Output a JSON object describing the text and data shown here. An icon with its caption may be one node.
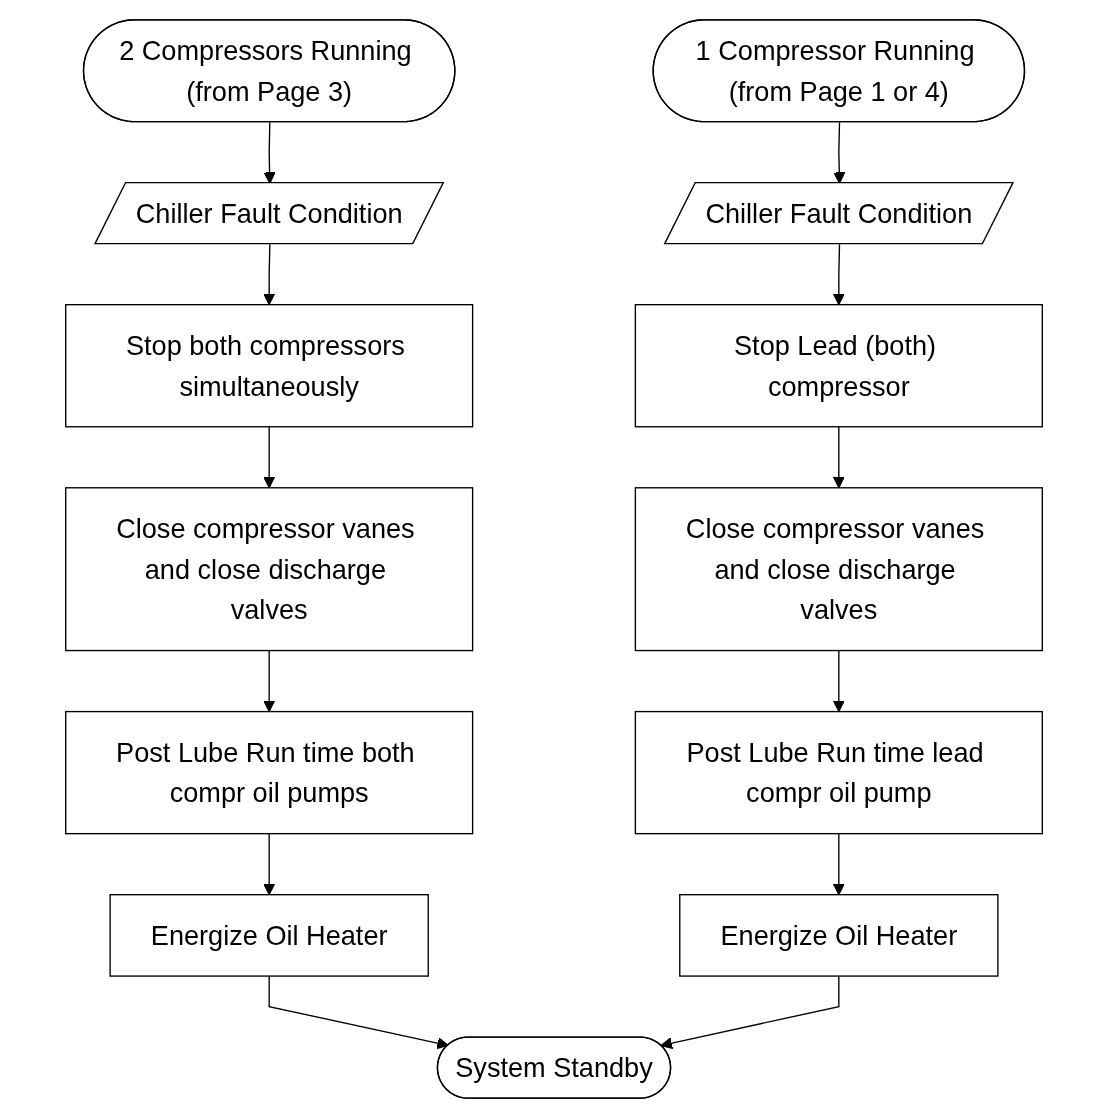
{
  "diagram": {
    "nodes": [
      {
        "text": [
          "2 Compressors Running (from Page 3)"
        ]
      },
      {
        "text": [
          "Chiller Fault Condition"
        ]
      },
      {
        "text": [
          "Stop both compressors simultaneously"
        ]
      },
      {
        "text": [
          "Close compressor vanes and close discharge valves"
        ]
      },
      {
        "text": [
          "Post Lube Run time both compr oil pumps"
        ]
      },
      {
        "text": [
          "Energize Oil Heater"
        ]
      },
      {
        "text": [
          "1 Compressor Running (from Page 1 or 4)"
        ]
      },
      {
        "text": [
          "Chiller Fault Condition"
        ]
      },
      {
        "text": [
          "Stop Lead (both) compressor"
        ]
      },
      {
        "text": [
          "Close compressor vanes and close discharge valves"
        ]
      },
      {
        "text": [
          "Post Lube Run time lead compr oil pump"
        ]
      },
      {
        "text": [
          "Energize Oil Heater"
        ]
      },
      {
        "text": [
          "System Standby"
        ]
      }
    ],
    "edges": [
      {
        "from": 0,
        "to": 1,
        "arrow": "to"
      },
      {
        "from": 1,
        "to": 2,
        "arrow": "to"
      },
      {
        "from": 2,
        "to": 3,
        "arrow": "to"
      },
      {
        "from": 3,
        "to": 4,
        "arrow": "to"
      },
      {
        "from": 4,
        "to": 5,
        "arrow": "to"
      },
      {
        "from": 6,
        "to": 7,
        "arrow": "to"
      },
      {
        "from": 7,
        "to": 8,
        "arrow": "to"
      },
      {
        "from": 8,
        "to": 9,
        "arrow": "to"
      },
      {
        "from": 9,
        "to": 10,
        "arrow": "to"
      },
      {
        "from": 10,
        "to": 11,
        "arrow": "to"
      },
      {
        "from": 5,
        "to": 12,
        "arrow": "to"
      },
      {
        "from": 11,
        "to": 12,
        "arrow": "to"
      }
    ]
  }
}
